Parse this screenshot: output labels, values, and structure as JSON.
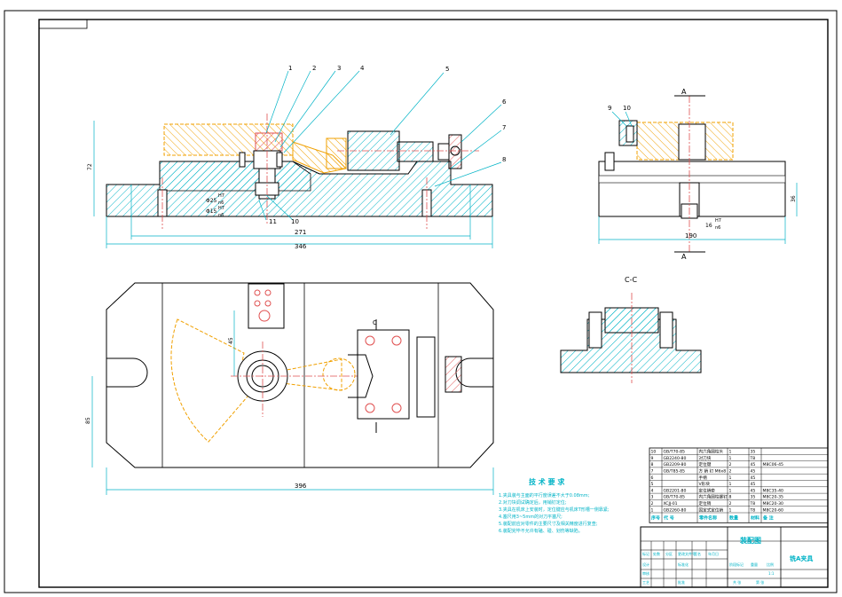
{
  "drawing": {
    "title_block": {
      "drawing_name": "装配图",
      "part_name": "铣A夹具",
      "col_headers": [
        "序号",
        "代 号",
        "零件名称",
        "数量",
        "材料",
        "备 注"
      ]
    },
    "bom": [
      {
        "no": "10",
        "code": "GB/T70-85",
        "name": "内六角圆柱头",
        "qty": "1",
        "material": "35",
        "note": ""
      },
      {
        "no": "9",
        "code": "GB2240-80",
        "name": "对刀块",
        "qty": "1",
        "material": "T8",
        "note": ""
      },
      {
        "no": "8",
        "code": "GB2209-80",
        "name": "定位键",
        "qty": "2",
        "material": "45",
        "note": "M8C06-45"
      },
      {
        "no": "7",
        "code": "GB/T85-85",
        "name": "方 销 钉 M6x8",
        "qty": "2",
        "material": "45",
        "note": ""
      },
      {
        "no": "6",
        "code": "",
        "name": "手柄",
        "qty": "1",
        "material": "45",
        "note": ""
      },
      {
        "no": "5",
        "code": "",
        "name": "V形块",
        "qty": "1",
        "material": "45",
        "note": ""
      },
      {
        "no": "4",
        "code": "GB2201-80",
        "name": "定位销套",
        "qty": "1",
        "material": "45",
        "note": "M8C35-40"
      },
      {
        "no": "3",
        "code": "GB/T70-85",
        "name": "内六角圆柱螺钉",
        "qty": "8",
        "material": "35",
        "note": "M8C20-35"
      },
      {
        "no": "2",
        "code": "XCJJ-01",
        "name": "定位销",
        "qty": "2",
        "material": "T8",
        "note": "M8C20-30"
      },
      {
        "no": "1",
        "code": "GB2260-80",
        "name": "固定式定位销",
        "qty": "1",
        "material": "T8",
        "note": "M8C20-60"
      }
    ],
    "tech_requirements": {
      "heading": "技 术 要 求",
      "lines": [
        "1.夹具装与主面的平行度误差不大于0.08mm;",
        "2.对刀块调试确定后，用销钉定位;",
        "3.夹具在机床上安装时，定位键应与机床T形槽一侧靠紧;",
        "4.塞尺用3~5mm的对刀平塞尺;",
        "5.装配前应对零件的主要尺寸及相关精度进行复查;",
        "6.装配完毕不允许有磕、碰、划伤等缺陷。"
      ]
    },
    "section_label": "C-C",
    "view_labels": {
      "a_top": "A",
      "a_bottom": "A",
      "c_mark": "C"
    },
    "callouts": [
      "1",
      "2",
      "3",
      "4",
      "5",
      "6",
      "7",
      "8",
      "9",
      "10",
      "10",
      "11"
    ],
    "dimensions": {
      "front_271": "271",
      "front_346": "346",
      "front_height": "72",
      "front_phi": "Φ25",
      "front_h7": "H7",
      "front_n6": "n6",
      "front_phi2": "Φ15",
      "front_h7b": "H7",
      "front_n6b": "n6",
      "side_190": "190",
      "side_16": "16",
      "side_h7": "H7",
      "side_n6": "n6",
      "side_right": "36",
      "plan_396": "396",
      "plan_height": "85",
      "plan_left": "45"
    },
    "title_block_small": {
      "r1": [
        "标记",
        "处数",
        "分区",
        "更改文件号",
        "签名",
        "年月日"
      ],
      "r2": [
        "设计",
        "",
        "标准化",
        "",
        "阶段标记",
        "重量",
        "比例"
      ],
      "r3": [
        "审核",
        "",
        "",
        "",
        "",
        "1:1"
      ],
      "r4": [
        "工艺",
        "",
        "批准",
        "",
        "共 张",
        "第 张"
      ]
    }
  }
}
